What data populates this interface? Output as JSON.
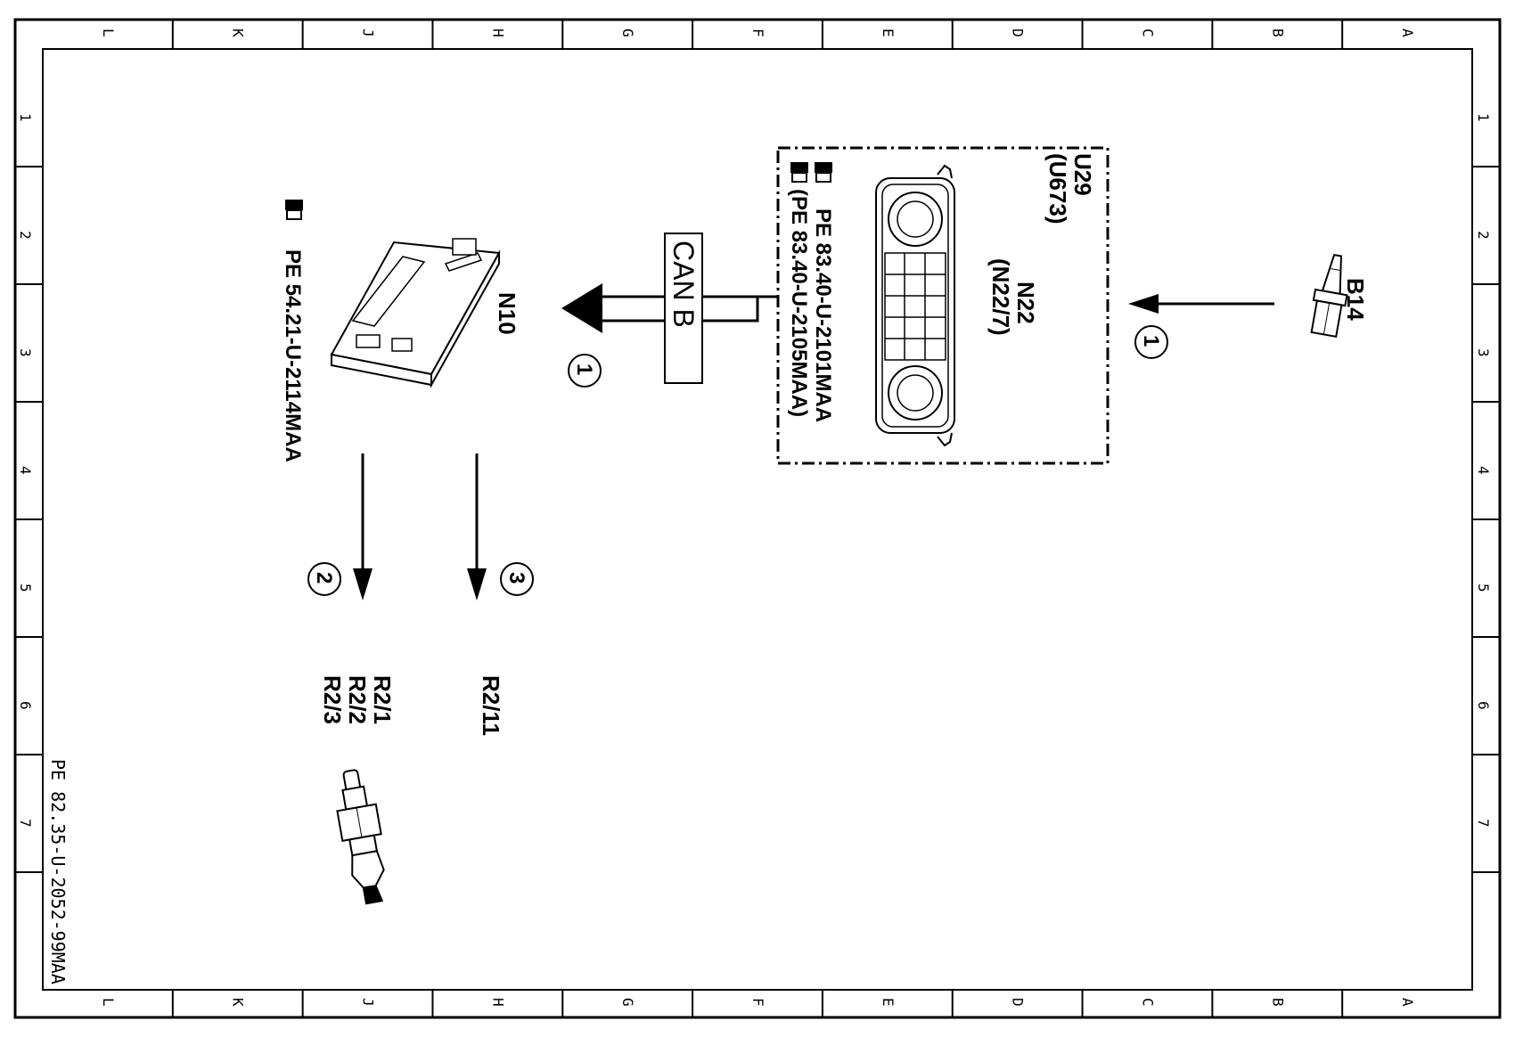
{
  "frame": {
    "column_labels": [
      "L",
      "K",
      "J",
      "H",
      "G",
      "F",
      "E",
      "D",
      "C",
      "B",
      "A"
    ],
    "row_labels": [
      "1",
      "2",
      "3",
      "4",
      "5",
      "6",
      "7"
    ]
  },
  "document_ref": "PE 82.35-U-2052-99MAA",
  "components": {
    "b14": {
      "label": "B14"
    },
    "control_unit_group": {
      "lines": [
        "U29",
        "(U673)"
      ],
      "n22": [
        "N22",
        "(N22/7)"
      ],
      "refs": [
        "PE  83.40-U-2101MAA",
        "(PE  83.40-U-2105MAA)"
      ]
    },
    "bus": {
      "label": "CAN B"
    },
    "n10": {
      "label": "N10",
      "ref": "PE  54.21-U-2114MAA"
    },
    "r2_group_a": {
      "lines": [
        "R2/1",
        "R2/2",
        "R2/3"
      ]
    },
    "r2_group_b": {
      "label": "R2/11"
    }
  },
  "signals": [
    {
      "number": "1",
      "from": "B14",
      "to": "N22"
    },
    {
      "number": "1",
      "from": "N22",
      "to": "N10"
    },
    {
      "number": "2",
      "from": "N10",
      "to": "R2/1"
    },
    {
      "number": "3",
      "from": "N10",
      "to": "R2/11"
    }
  ]
}
